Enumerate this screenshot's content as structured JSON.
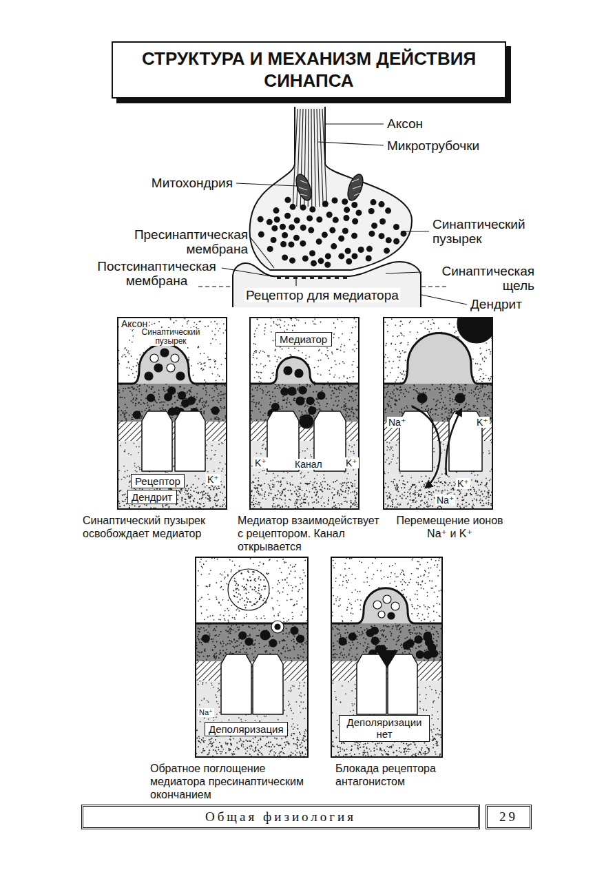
{
  "diagram": {
    "title": "СТРУКТУРА И МЕХАНИЗМ ДЕЙСТВИЯ СИНАПСА",
    "nodes": [
      {
        "text": [
          "Аксон",
          "Синаптический пузырек",
          "K⁺",
          "Синаптический пузырек освобождает медиатор"
        ]
      },
      {
        "text": [
          "Рецептор"
        ],
        "in": 0
      },
      {
        "text": [
          "Дендрит"
        ],
        "in": 0
      },
      {
        "text": [
          "K⁺",
          "Канал",
          "K⁺",
          "Медиатор взаимодействует с рецептором. Канал открывается"
        ]
      },
      {
        "text": [
          "Медиатор"
        ],
        "in": 3
      },
      {
        "text": [
          "Na⁺",
          "K⁺",
          "K⁺",
          "Na⁺",
          "Перемещение ионов Na⁺ и K⁺"
        ]
      },
      {
        "text": [
          "Na⁺",
          "Обратное поглощение медиатора пресинаптическим окончанием"
        ]
      },
      {
        "text": [
          "Деполяризация"
        ],
        "in": 6
      },
      {
        "text": [
          "Блокада рецептора антагонистом"
        ]
      },
      {
        "text": [
          "Деполяризации нет"
        ],
        "in": 8
      },
      {
        "text": [
          "Общая физиология"
        ]
      },
      {
        "text": [
          "29"
        ]
      }
    ],
    "labels": [
      "Аксон",
      "Микротрубочки",
      "Митохондрия",
      "Синаптический пузырек",
      "Пресинаптическая мембрана",
      "Постсинаптическая мембрана",
      "Синаптическая щель",
      "Рецептор для медиатора",
      "Дендрит"
    ]
  }
}
